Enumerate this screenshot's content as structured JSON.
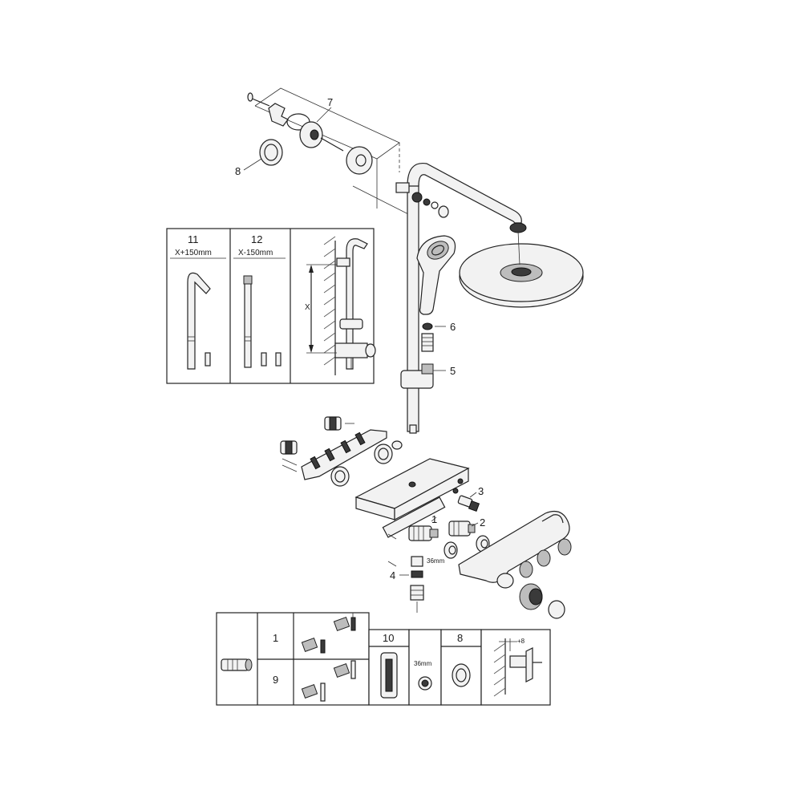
{
  "callouts": {
    "c7": "7",
    "c8": "8",
    "c6": "6",
    "c5": "5",
    "c3": "3",
    "c2": "2",
    "c1": "1",
    "c4": "4",
    "size36": "36mm"
  },
  "variants_box": {
    "v11_num": "11",
    "v11_dim": "X+150mm",
    "v12_num": "12",
    "v12_dim": "X-150mm",
    "dim_x": "X"
  },
  "spare_box": {
    "row1": "1",
    "row9": "9",
    "p10": "10",
    "p10_dim": "36mm",
    "p8": "8",
    "wall_dim": "+8"
  }
}
